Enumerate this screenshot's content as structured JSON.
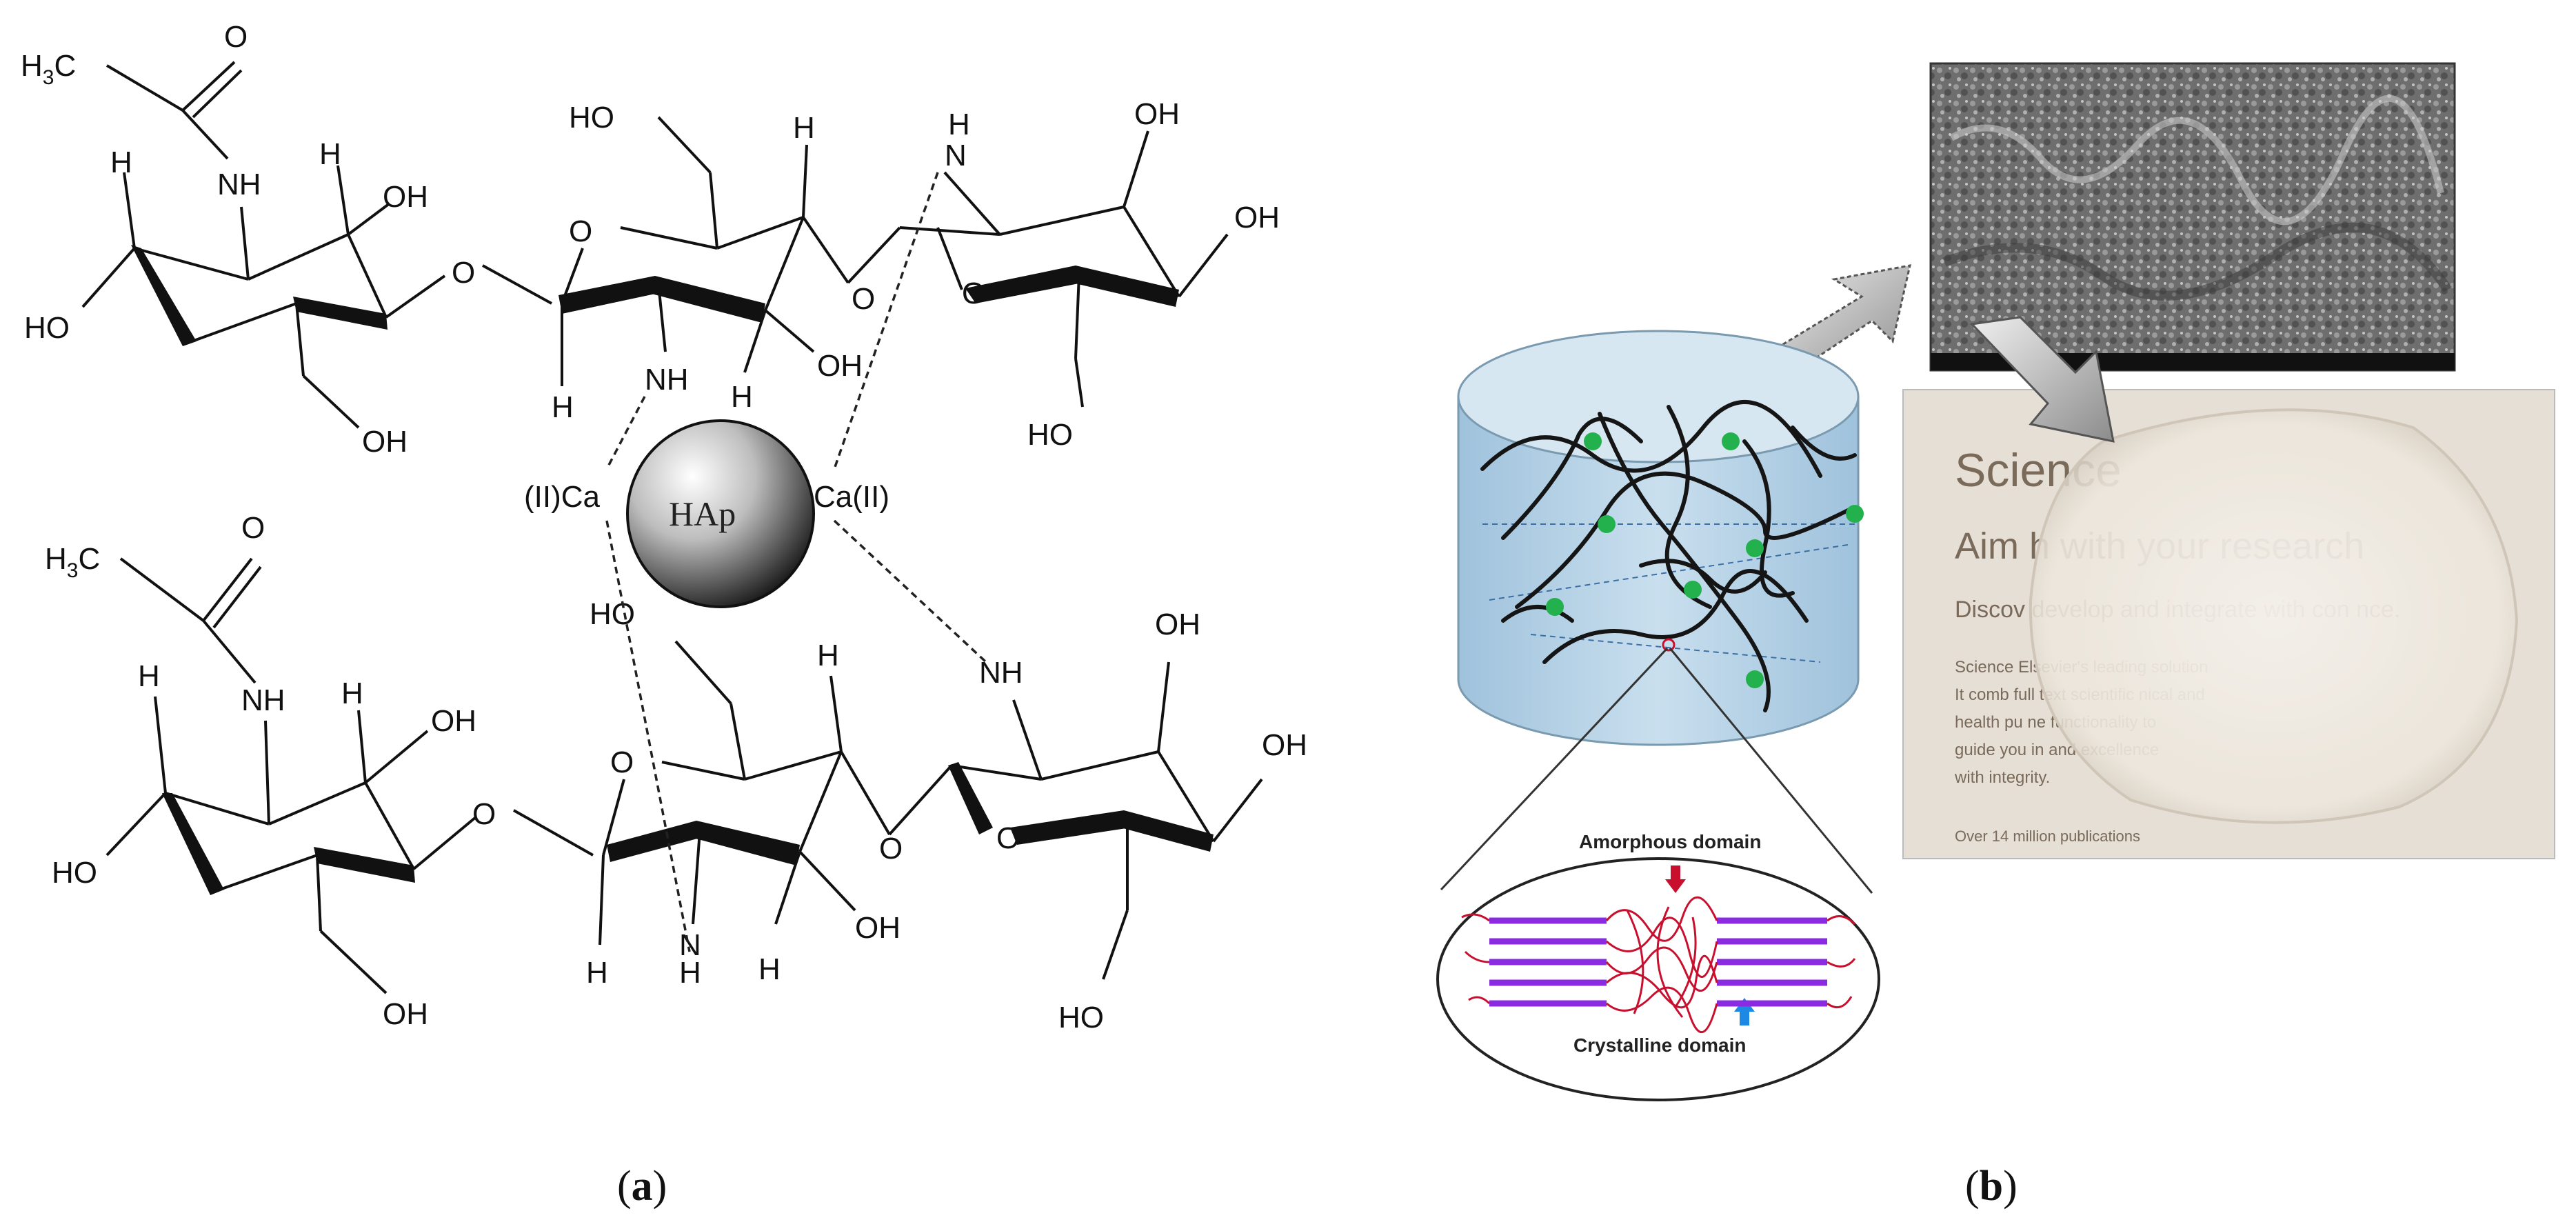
{
  "panel_a": {
    "label": "(a)",
    "label_paren_open": "(",
    "label_letter": "a",
    "label_paren_close": ")",
    "nanoparticle_label": "HAp",
    "calcium_left": "(II)Ca",
    "calcium_right": "Ca(II)",
    "atoms": {
      "methyl": "H3C",
      "h3c_h": "H",
      "h3c_sub": "3",
      "h3c_c": "C",
      "oxygen": "O",
      "nh": "NH",
      "n": "N",
      "h": "H",
      "oh": "OH",
      "ho": "HO"
    }
  },
  "panel_b": {
    "label": "(b)",
    "label_paren_open": "(",
    "label_letter": "b",
    "label_paren_close": ")",
    "amorphous_domain": "Amorphous domain",
    "crystalline_domain": "Crystalline domain",
    "photo_text": {
      "brand": "Science",
      "tagline": "Aim h   with your research",
      "line1": "Discov   develop and integrate with con   nce.",
      "line2": "Science        Elsevier's leading          solution",
      "line3": "It comb                  full text scientific  nical and",
      "line4": "health pu                           ne functionality to",
      "line5": "guide you in                         and excellence",
      "line6": "with integrity.",
      "bullet": "Over 14 million publications"
    }
  },
  "colors": {
    "fiber": "#151515",
    "green_dots": "#22b14c",
    "cylinder_fill": "#b8d4e8",
    "purple_crystal": "#8a2be2",
    "red_amorphous": "#c8102e",
    "arrow_gray": "#9a9a9a"
  }
}
